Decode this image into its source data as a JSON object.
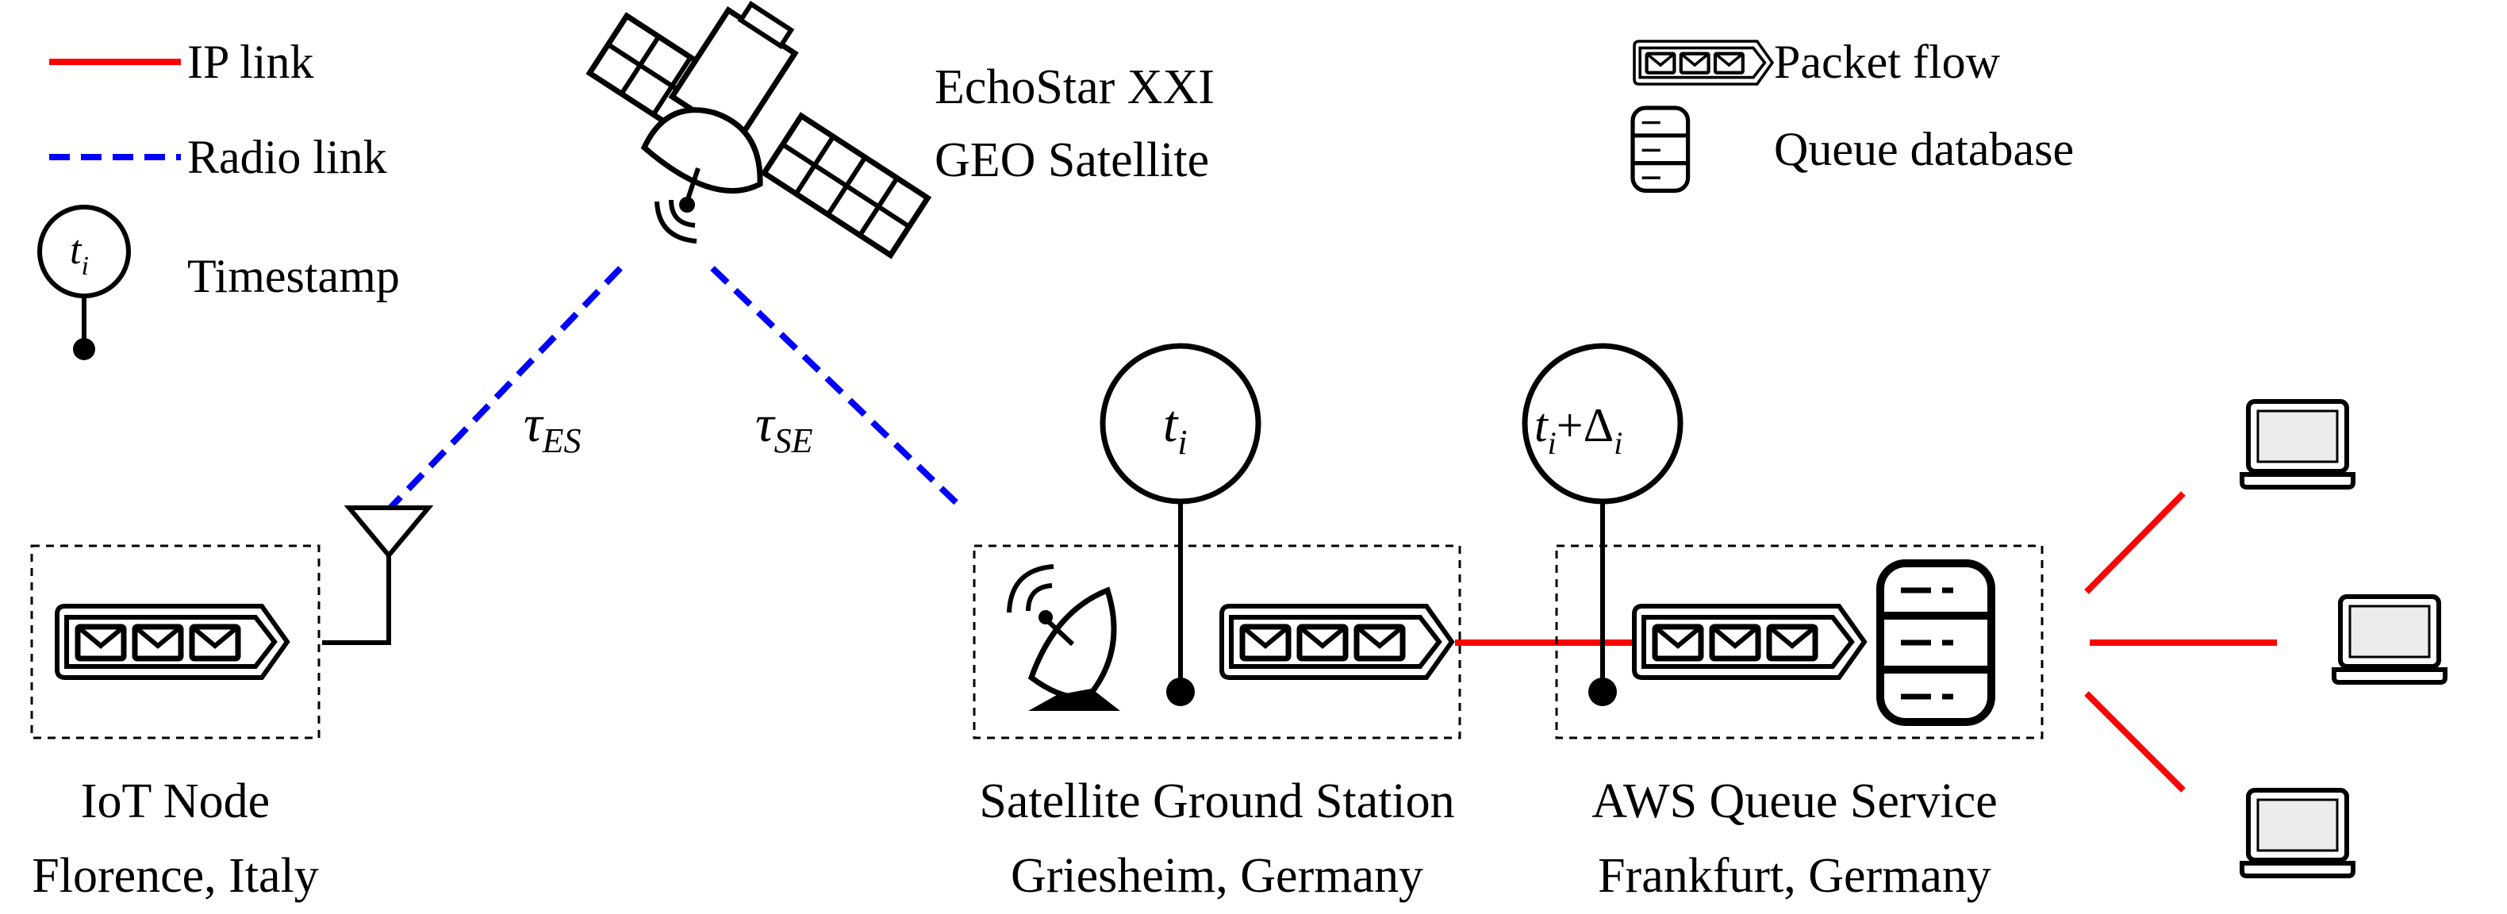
{
  "colors": {
    "ip_link": "#ff0000",
    "radio_link": "#0000ff",
    "stroke": "#000000",
    "fill_light": "#f2f2f2"
  },
  "legend": {
    "ip_link": "IP link",
    "radio_link": "Radio link",
    "timestamp": "Timestamp",
    "timestamp_symbol": "t",
    "timestamp_sub": "i",
    "packet_flow": "Packet flow",
    "queue_database": "Queue database"
  },
  "satellite": {
    "line1": "EchoStar XXI",
    "line2": "GEO Satellite"
  },
  "delays": {
    "uplink_sym": "τ",
    "uplink_sub": "ES",
    "downlink_sym": "τ",
    "downlink_sub": "SE"
  },
  "timestamps": {
    "ground_t": "t",
    "ground_sub": "i",
    "aws_t": "t",
    "aws_sub": "i",
    "aws_plus": "+Δ",
    "aws_sub2": "i"
  },
  "nodes": {
    "iot": {
      "line1": "IoT Node",
      "line2": "Florence, Italy"
    },
    "ground": {
      "line1": "Satellite Ground Station",
      "line2": "Griesheim, Germany"
    },
    "aws": {
      "line1": "AWS Queue Service",
      "line2": "Frankfurt, Germany"
    }
  },
  "clients": [
    "laptop-icon",
    "laptop-icon",
    "laptop-icon"
  ]
}
